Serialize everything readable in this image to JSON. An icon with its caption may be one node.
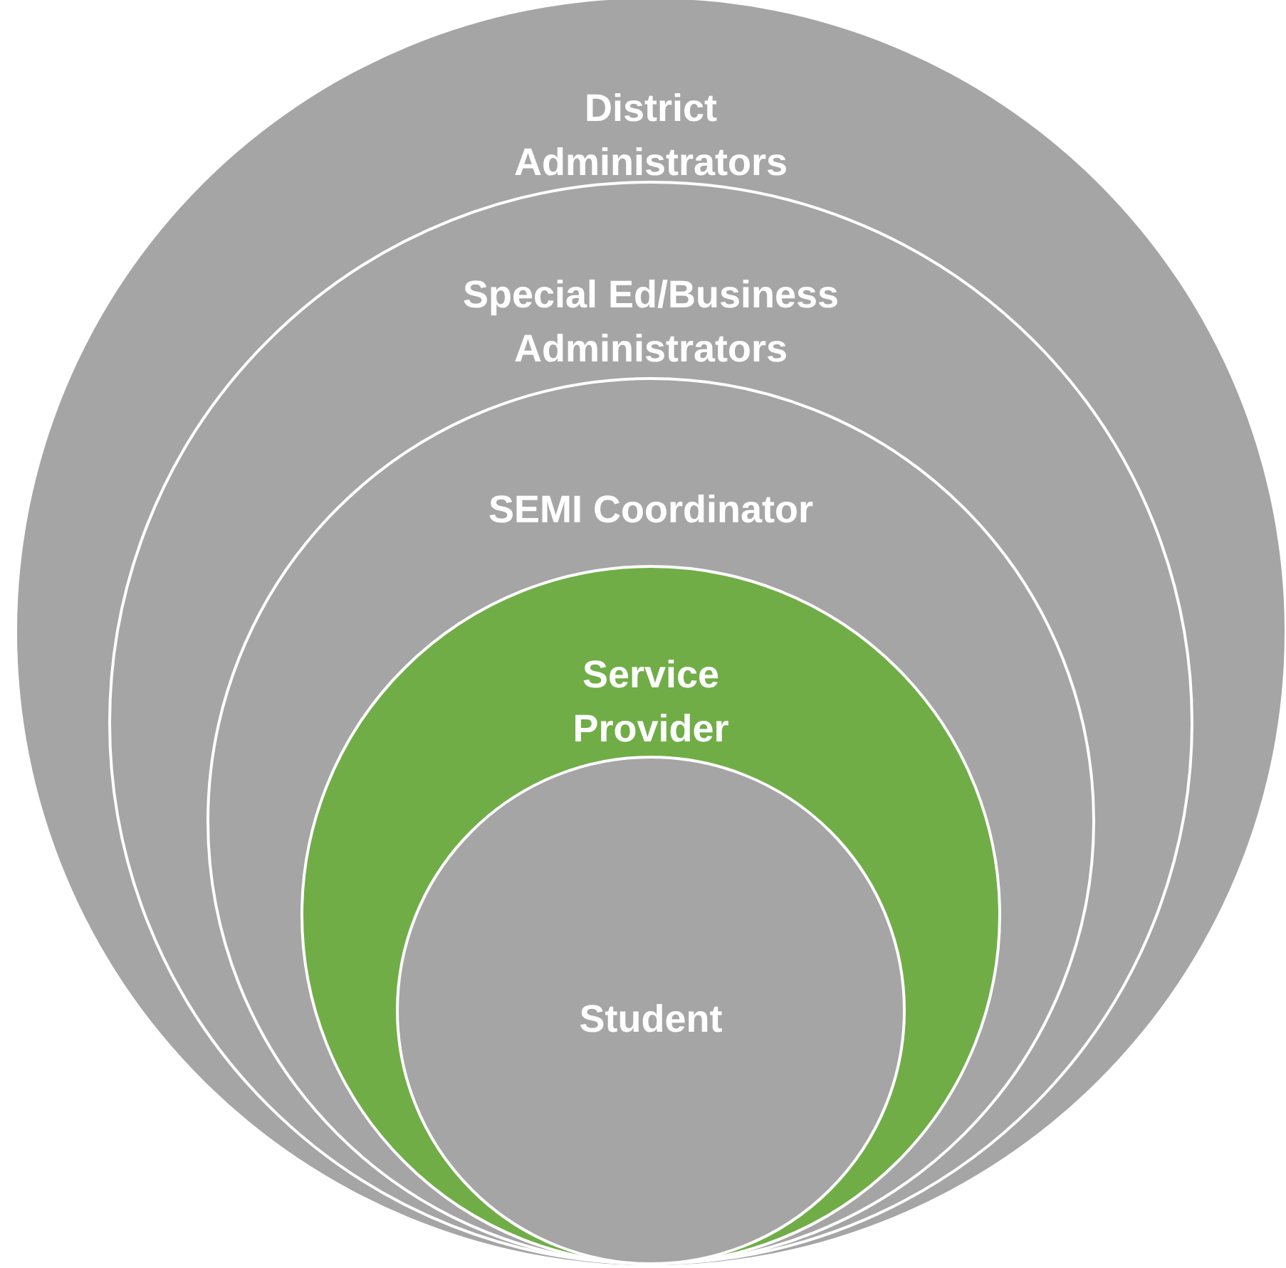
{
  "diagram": {
    "nodes": [
      {
        "text": [
          "District Administrators"
        ]
      },
      {
        "text": [
          "Special Ed/Business Administrators"
        ],
        "in": 0
      },
      {
        "text": [
          "SEMI Coordinator"
        ],
        "in": 1
      },
      {
        "text": [
          "Service Provider"
        ],
        "in": 2
      },
      {
        "text": [
          "Student"
        ],
        "in": 3
      }
    ]
  }
}
